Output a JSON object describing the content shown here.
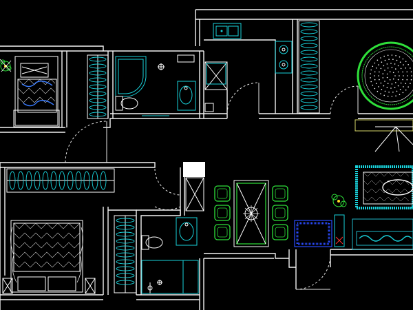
{
  "drawing": {
    "kind": "cad-floor-plan",
    "background": "#000000",
    "colors": {
      "wall": "#f2f2f2",
      "fixture": "#19d3dc",
      "furniture": "#2fe03a",
      "rug": "#2a4bff",
      "accent": "#ff3030",
      "tv_unit": "#d8d86a"
    },
    "rooms": [
      {
        "id": "bedroom-1",
        "furniture": [
          "double-bed",
          "wardrobe",
          "potted-plant"
        ]
      },
      {
        "id": "bathroom-1",
        "furniture": [
          "shower-tray",
          "toilet",
          "washbasin"
        ]
      },
      {
        "id": "kitchen",
        "furniture": [
          "sink",
          "gas-hob",
          "fridge",
          "pantry-cabinet"
        ]
      },
      {
        "id": "living-room",
        "furniture": [
          "round-rug",
          "sofa",
          "coffee-table",
          "area-rug",
          "potted-plant",
          "tv-unit"
        ]
      },
      {
        "id": "corridor",
        "furniture": [
          "wardrobe-cabinet"
        ]
      },
      {
        "id": "bathroom-2",
        "furniture": [
          "toilet",
          "washbasin",
          "shower"
        ]
      },
      {
        "id": "bedroom-2",
        "furniture": [
          "double-bed",
          "wardrobe",
          "bedside-tables"
        ]
      },
      {
        "id": "dining",
        "furniture": [
          "dining-table",
          "chairs"
        ]
      }
    ]
  }
}
